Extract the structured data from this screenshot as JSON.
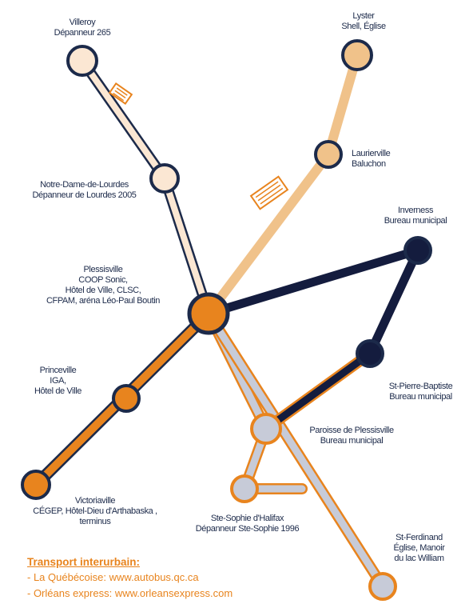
{
  "colors": {
    "orange": "#e8841e",
    "light_orange": "#f0c28a",
    "pale_orange": "#fbe7d3",
    "gray": "#c7cbd8",
    "navy": "#141c3e",
    "text": "#1c2a4a"
  },
  "stops": [
    {
      "id": "villeroy",
      "label": "Villeroy\nDépanneur 265",
      "fill": "#fbe7d3",
      "icon": "route-sign-icon"
    },
    {
      "id": "lyster",
      "label": "Lyster\nShell, Église",
      "fill": "#f0c28a"
    },
    {
      "id": "laurierville",
      "label": "Laurierville\nBaluchon",
      "fill": "#f0c28a"
    },
    {
      "id": "notre-dame",
      "label": "Notre-Dame-de-Lourdes\nDépanneur de Lourdes 2005",
      "fill": "#fbe7d3"
    },
    {
      "id": "inverness",
      "label": "Inverness\nBureau municipal",
      "fill": "#141c3e"
    },
    {
      "id": "plessisville",
      "label": "Plessisville\nCOOP Sonic,\nHôtel de Ville, CLSC,\nCFPAM, aréna Léo-Paul Boutin",
      "fill": "#e8841e"
    },
    {
      "id": "st-pierre",
      "label": "St-Pierre-Baptiste\nBureau municipal",
      "fill": "#141c3e"
    },
    {
      "id": "princeville",
      "label": "Princeville\nIGA,\nHôtel de Ville",
      "fill": "#e8841e"
    },
    {
      "id": "paroisse",
      "label": "Paroisse de Plessisville\nBureau municipal",
      "fill": "#c7cbd8"
    },
    {
      "id": "victoriaville",
      "label": "Victoriaville\nCÉGEP, Hôtel-Dieu d'Arthabaska ,\nterminus",
      "fill": "#e8841e"
    },
    {
      "id": "ste-sophie",
      "label": "Ste-Sophie d'Halifax\nDépanneur Ste-Sophie 1996",
      "fill": "#c7cbd8"
    },
    {
      "id": "st-ferdinand",
      "label": "St-Ferdinand\nÉglise, Manoir\ndu lac William",
      "fill": "#c7cbd8"
    }
  ],
  "footer": {
    "title": "Transport interurbain:",
    "line1": "- La Québécoise: www.autobus.qc.ca",
    "line2": "- Orléans express: www.orleansexpress.com"
  }
}
